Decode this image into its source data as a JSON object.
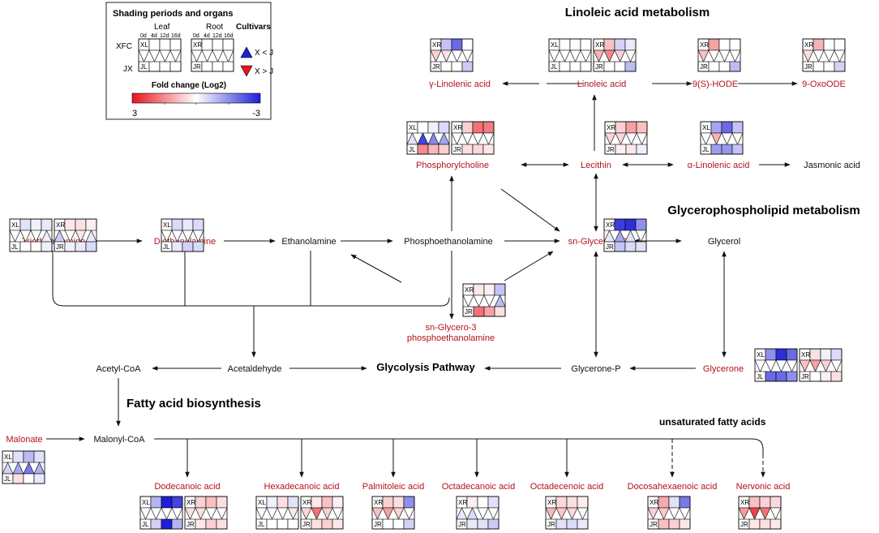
{
  "section_titles": {
    "linoleic": "Linoleic acid metabolism",
    "glycerophospholipid": "Glycerophospholipid metabolism",
    "fatty": "Fatty acid biosynthesis",
    "unsaturated": "unsaturated fatty acids",
    "glycolysis": "Glycolysis Pathway"
  },
  "legend": {
    "title": "Shading periods and organs",
    "leaf": "Leaf",
    "root": "Root",
    "periods": [
      "0d",
      "4d",
      "12d",
      "16d"
    ],
    "xfc": "XFC",
    "jx": "JX",
    "xl": "XL",
    "jl": "JL",
    "xr": "XR",
    "jr": "JR",
    "cultivars": "Cultivars",
    "x_lt_j": "X < J",
    "x_gt_j": "X > J",
    "fold_change": "Fold change (Log2)",
    "scale_max": "3",
    "scale_min": "-3",
    "colors": {
      "up": "#e8141e",
      "down": "#1f1fd8",
      "mid": "#ffffff"
    }
  },
  "metabolites": {
    "gamma_linolenic": "γ-Linolenic acid",
    "linoleic": "Linoleic acid",
    "hode": "9(S)-HODE",
    "oxoode": "9-OxoODE",
    "phosphorylcholine": "Phosphorylcholine",
    "lecithin": "Lecithin",
    "alpha_linolenic": "α-Linolenic acid",
    "jasmonic": "Jasmonic acid",
    "triethanolamine": "Triethanolamine",
    "diethanolamine": "Diethanolamine",
    "ethanolamine": "Ethanolamine",
    "phosphoethanolamine": "Phosphoethanolamine",
    "sn_glycerol_3p": "sn-Glycerol-3P",
    "glycerol": "Glycerol",
    "sn_glycero_3_l1": "sn-Glycero-3",
    "sn_glycero_3_l2": "phosphoethanolamine",
    "acetyl_coa": "Acetyl-CoA",
    "acetaldehyde": "Acetaldehyde",
    "glycerone_p": "Glycerone-P",
    "glycerone": "Glycerone",
    "malonate": "Malonate",
    "malonyl_coa": "Malonyl-CoA",
    "dodecanoic": "Dodecanoic acid",
    "hexadecanoic": "Hexadecanoic acid",
    "palmitoleic": "Palmitoleic acid",
    "octadecanoic": "Octadecanoic acid",
    "octadecenoic": "Octadecenoic acid",
    "docosahexaenoic": "Docosahexaenoic acid",
    "nervonic": "Nervonic acid"
  },
  "heatmaps": {
    "gamma_linolenic": {
      "r": {
        "x": [
          0,
          -0.8,
          -2,
          0
        ],
        "t": [
          0.6,
          0.4,
          0,
          0
        ],
        "j": [
          0,
          0,
          0,
          -0.7
        ]
      }
    },
    "linoleic": {
      "l": {
        "x": [
          0,
          0,
          0,
          0
        ],
        "t": [
          0,
          0,
          0,
          0
        ],
        "j": [
          0,
          0,
          0,
          0
        ]
      },
      "r": {
        "x": [
          0,
          0.8,
          -0.6,
          -0.3
        ],
        "t": [
          1,
          1.5,
          0.6,
          0
        ],
        "j": [
          0,
          0,
          0,
          -0.9
        ]
      }
    },
    "hode": {
      "r": {
        "x": [
          0,
          1.2,
          0,
          0
        ],
        "t": [
          0.8,
          0,
          0,
          0
        ],
        "j": [
          0,
          0,
          0,
          -0.9
        ]
      }
    },
    "oxoode": {
      "r": {
        "x": [
          0,
          1.0,
          0,
          0
        ],
        "t": [
          0.4,
          0,
          0,
          0
        ],
        "j": [
          0,
          0,
          0,
          -0.6
        ]
      }
    },
    "phosphorylcholine": {
      "l": {
        "x": [
          0,
          0,
          -0.2,
          -0.5
        ],
        "t": [
          -0.4,
          -2.5,
          -1.6,
          -1.2
        ],
        "j": [
          0,
          1.5,
          0.9,
          0.6
        ]
      },
      "r": {
        "x": [
          0,
          0.6,
          1.8,
          1.7
        ],
        "t": [
          0,
          0,
          0,
          0
        ],
        "j": [
          0,
          0.4,
          0.5,
          0.3
        ]
      }
    },
    "lecithin": {
      "r": {
        "x": [
          0,
          0.6,
          1.2,
          0.8
        ],
        "t": [
          0.5,
          0.5,
          0,
          0
        ],
        "j": [
          0,
          0.2,
          0.3,
          -0.2
        ]
      }
    },
    "alpha_linolenic": {
      "l": {
        "x": [
          0,
          -1.2,
          -2,
          -0.8
        ],
        "t": [
          0,
          1.0,
          0,
          0
        ],
        "j": [
          0,
          -1.3,
          -1.4,
          -0.8
        ]
      }
    },
    "triethanolamine": {
      "l": {
        "x": [
          0,
          -0.4,
          -0.2,
          -0.3
        ],
        "t": [
          0,
          0,
          0,
          -0.2
        ],
        "j": [
          0,
          0,
          0,
          -0.2
        ]
      },
      "r": {
        "x": [
          0,
          0.3,
          0.4,
          0.2
        ],
        "t": [
          -0.7,
          0,
          0.3,
          -0.3
        ],
        "j": [
          0,
          -0.2,
          -0.3,
          -0.5
        ]
      }
    },
    "diethanolamine": {
      "l": {
        "x": [
          0,
          -0.5,
          -0.3,
          -0.5
        ],
        "t": [
          0,
          0,
          0,
          0
        ],
        "j": [
          0,
          -0.3,
          -0.6,
          -0.5
        ]
      }
    },
    "sn_glycerol_3p": {
      "r": {
        "x": [
          0,
          -2.6,
          -2.8,
          -1.5
        ],
        "t": [
          -0.3,
          -1.2,
          -0.4,
          0
        ],
        "j": [
          0,
          -0.8,
          -0.5,
          -0.4
        ]
      }
    },
    "sn_glycero_3": {
      "r": {
        "x": [
          0,
          0.3,
          0.2,
          -0.8
        ],
        "t": [
          0,
          0,
          0,
          -0.9
        ],
        "j": [
          0,
          1.8,
          1.2,
          0.4
        ]
      }
    },
    "glycerone": {
      "l": {
        "x": [
          0,
          -1.5,
          -2.8,
          -2
        ],
        "t": [
          0,
          0,
          0,
          0
        ],
        "j": [
          0,
          -2,
          -2,
          -1.5
        ]
      },
      "r": {
        "x": [
          0,
          0.4,
          -0.2,
          -0.5
        ],
        "t": [
          0.8,
          1.2,
          0.6,
          0
        ],
        "j": [
          0,
          0,
          0.2,
          0.4
        ]
      }
    },
    "malonate": {
      "l": {
        "x": [
          0,
          -0.4,
          -0.9,
          -0.4
        ],
        "t": [
          -0.6,
          -1.2,
          -1.8,
          -1.1
        ],
        "j": [
          0,
          0.4,
          0,
          -0.3
        ]
      }
    },
    "dodecanoic": {
      "l": {
        "x": [
          0,
          -1,
          -3,
          -2.5
        ],
        "t": [
          0,
          0,
          0,
          0
        ],
        "j": [
          0,
          -0.6,
          -3,
          -1
        ]
      },
      "r": {
        "x": [
          0,
          0.6,
          0.8,
          0.4
        ],
        "t": [
          0.4,
          0.4,
          0,
          0
        ],
        "j": [
          0,
          0.3,
          0.6,
          0.4
        ]
      }
    },
    "hexadecanoic": {
      "l": {
        "x": [
          0,
          -0.2,
          0.4,
          -0.4
        ],
        "t": [
          0,
          0,
          0,
          0.3
        ],
        "j": [
          0,
          0,
          0,
          0
        ]
      },
      "r": {
        "x": [
          0,
          0.3,
          0.8,
          0.2
        ],
        "t": [
          0.5,
          1.8,
          0.6,
          0
        ],
        "j": [
          0,
          0.4,
          0.6,
          0.3
        ]
      }
    },
    "palmitoleic": {
      "r": {
        "x": [
          0,
          0.6,
          0.4,
          -1.5
        ],
        "t": [
          0.8,
          1.2,
          0.6,
          0
        ],
        "j": [
          0,
          0,
          0,
          -0.6
        ]
      }
    },
    "octadecanoic": {
      "r": {
        "x": [
          0,
          0.2,
          0,
          -0.4
        ],
        "t": [
          -0.3,
          -0.5,
          0,
          0
        ],
        "j": [
          0,
          -0.3,
          -0.4,
          -0.7
        ]
      }
    },
    "octadecenoic": {
      "r": {
        "x": [
          0,
          0.5,
          0.4,
          0.2
        ],
        "t": [
          0.9,
          0.7,
          0.5,
          0
        ],
        "j": [
          0,
          -0.4,
          -0.5,
          -0.3
        ]
      }
    },
    "docosahexaenoic": {
      "r": {
        "x": [
          0,
          1.1,
          -0.4,
          -1.8
        ],
        "t": [
          0.6,
          0.7,
          0,
          0
        ],
        "j": [
          0,
          0.8,
          0.6,
          0.3
        ]
      }
    },
    "nervonic": {
      "r": {
        "x": [
          0,
          0.8,
          0.6,
          0.5
        ],
        "t": [
          1.3,
          2.4,
          1.8,
          0
        ],
        "j": [
          0,
          0.3,
          0.4,
          0.3
        ]
      }
    }
  }
}
